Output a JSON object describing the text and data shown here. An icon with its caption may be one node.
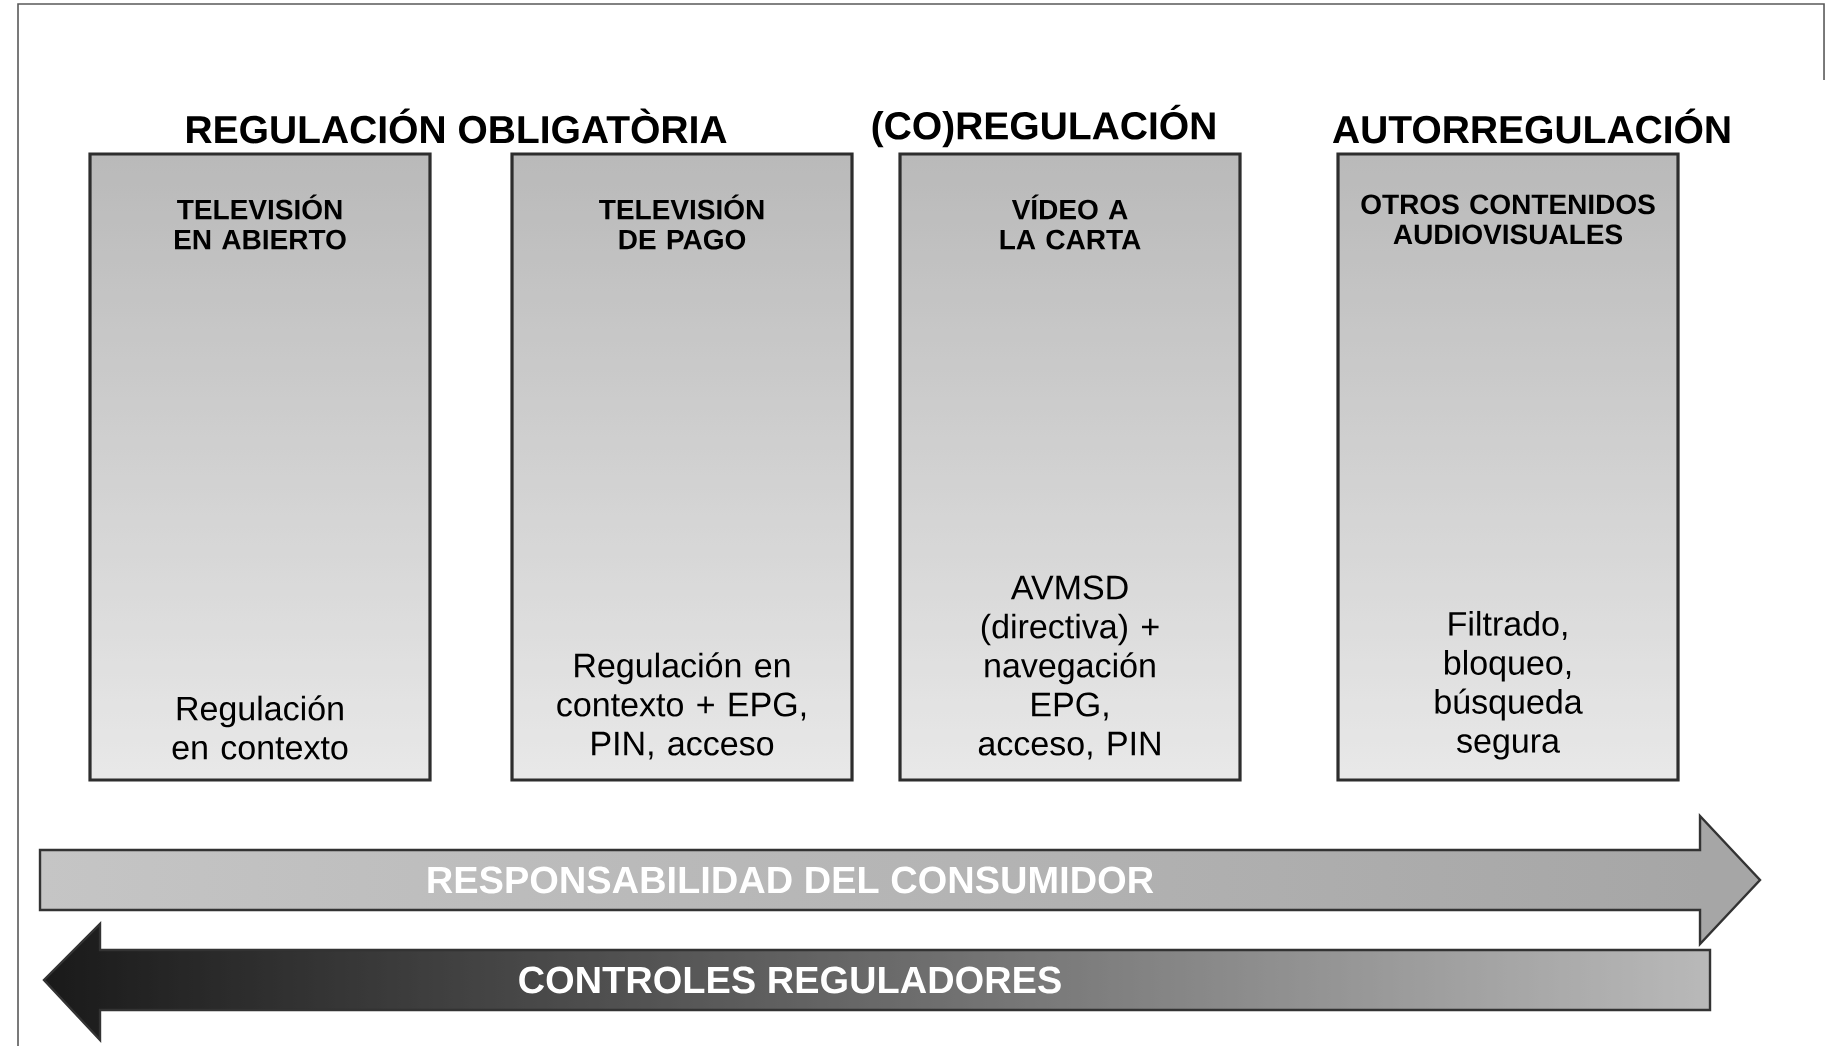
{
  "diagram": {
    "nodes": [
      {
        "text": [
          "TELEVISIÓN EN ABIERTO",
          "Regulación en contexto"
        ]
      },
      {
        "text": [
          "TELEVISIÓN DE PAGO",
          "Regulación en contexto + EPG, PIN, acceso"
        ]
      },
      {
        "text": [
          "VÍDEO A LA CARTA",
          "AVMSD (directiva) + navegación EPG, acceso, PIN"
        ]
      },
      {
        "text": [
          "OTROS CONTENIDOS AUDIOVISUALES",
          "Filtrado, bloqueo, búsqueda segura"
        ]
      }
    ],
    "labels": [
      "REGULACIÓN OBLIGATÒRIA",
      "(CO)REGULACIÓN",
      "AUTORREGULACIÓN",
      "RESPONSABILIDAD DEL CONSUMIDOR",
      "CONTROLES REGULADORES"
    ]
  }
}
